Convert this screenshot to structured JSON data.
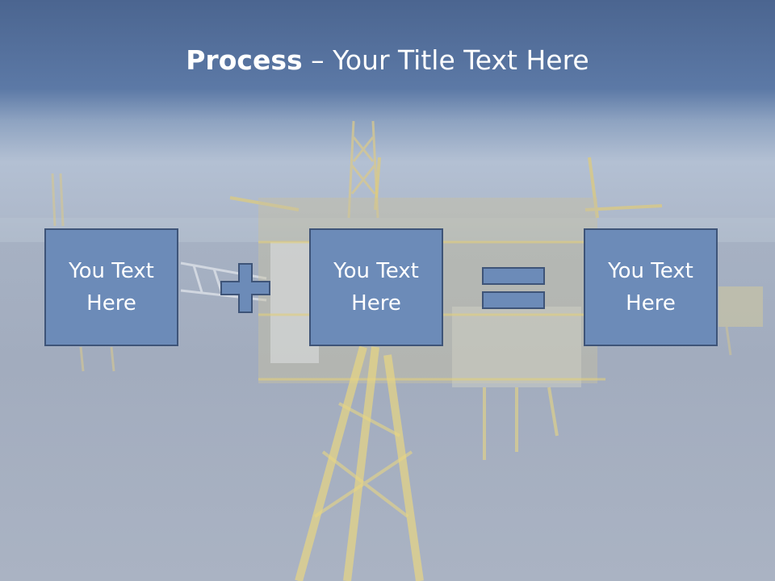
{
  "slide": {
    "title_bold": "Process",
    "title_rest": " – Your Title Text Here"
  },
  "diagram": {
    "boxes": [
      {
        "text": "You Text Here"
      },
      {
        "text": "You Text Here"
      },
      {
        "text": "You Text Here"
      }
    ],
    "operators": [
      "plus-icon",
      "equals-icon"
    ]
  },
  "colors": {
    "box_fill": "#6c8bb8",
    "box_border": "#3e5478",
    "title_bar": "#5c79a6",
    "structure_yellow": "#e3cf78"
  }
}
